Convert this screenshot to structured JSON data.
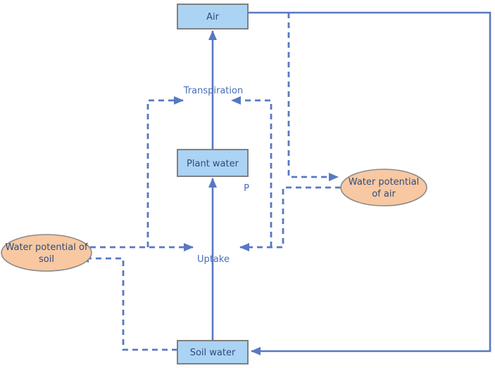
{
  "colors": {
    "box_fill": "#ABD3F4",
    "box_border": "#808080",
    "ellipse_fill": "#F8C8A2",
    "ellipse_border": "#8A8A8A",
    "line": "#5878C2",
    "node_text": "#2F4B7C",
    "label_text": "#4A6CB8",
    "background": "#FFFFFF"
  },
  "nodes": {
    "air": {
      "label": "Air"
    },
    "plant_water": {
      "label": "Plant water"
    },
    "soil_water": {
      "label": "Soil water"
    },
    "wp_air": {
      "line1": "Water potential",
      "line2": "of air"
    },
    "wp_soil": {
      "line1": "Water potential of",
      "line2": "soil"
    }
  },
  "labels": {
    "transpiration": "Transpiration",
    "uptake": "Uptake",
    "pressure": "P"
  }
}
